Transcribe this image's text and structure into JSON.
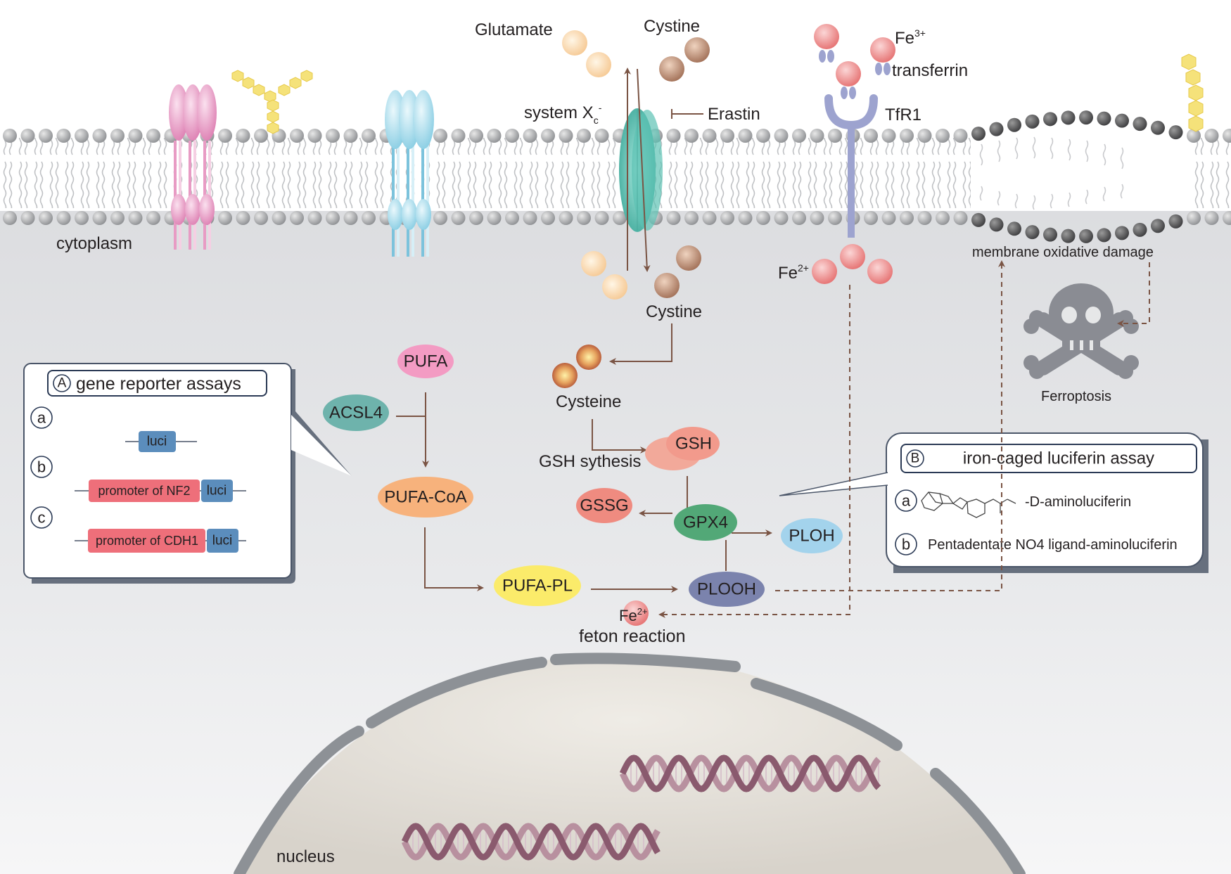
{
  "labels": {
    "glutamate": "Glutamate",
    "cystine_out": "Cystine",
    "system_xc": "system X",
    "system_xc_sub": "c",
    "system_xc_sup": "-",
    "erastin": "Erastin",
    "fe3": "Fe",
    "fe3_sup": "3+",
    "transferrin": "transferrin",
    "tfr1": "TfR1",
    "cytoplasm": "cytoplasm",
    "fe2": "Fe",
    "fe2_sup": "2+",
    "membrane_damage": "membrane oxidative damage",
    "cystine_in": "Cystine",
    "cysteine": "Cysteine",
    "gsh_synthesis": "GSH sythesis",
    "ferroptosis": "Ferroptosis",
    "fe2_small": "Fe",
    "fe2_small_sup": "2+",
    "feton": "feton reaction",
    "nucleus": "nucleus"
  },
  "nodes": {
    "pufa": "PUFA",
    "acsl4": "ACSL4",
    "pufa_coa": "PUFA-CoA",
    "pufa_pl": "PUFA-PL",
    "gsh": "GSH",
    "gssg": "GSSG",
    "gpx4": "GPX4",
    "ploh": "PLOH",
    "plooh": "PLOOH"
  },
  "panel_a": {
    "badge": "A",
    "title": "gene reporter assays",
    "item_a": "a",
    "item_b": "b",
    "item_c": "c",
    "luci": "luci",
    "promoter_nf2": "promoter of NF2",
    "promoter_cdh1": "promoter of CDH1"
  },
  "panel_b": {
    "badge": "B",
    "title": "iron-caged luciferin assay",
    "item_a": "a",
    "item_b": "b",
    "text_a": "-D-aminoluciferin",
    "text_b": "Pentadentate NO4 ligand-aminoluciferin"
  },
  "colors": {
    "cytoplasm": "#e6e7e8",
    "membrane_head": "#a7a9ac",
    "arrow": "#7a5444",
    "pink_receptor": "#e89bc4",
    "blue_receptor": "#a9dcec",
    "xc_transporter": "#4fb8aa",
    "tfr1": "#9da3cf",
    "iron": "#ee8a8a",
    "luci_box": "#5b8dbc",
    "promoter_box": "#ee6f7a"
  }
}
